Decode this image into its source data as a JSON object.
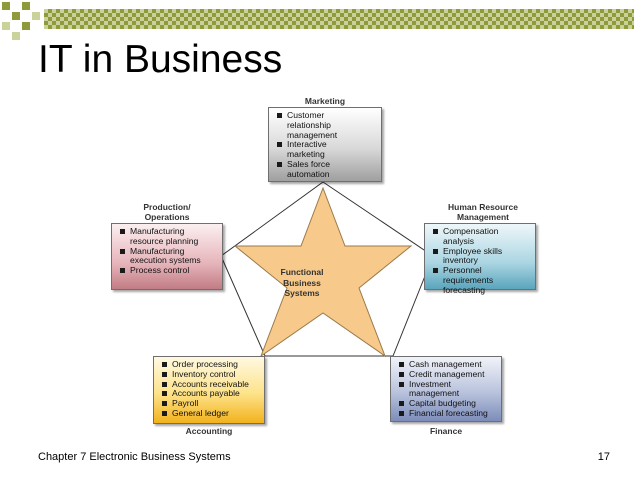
{
  "slide": {
    "title": "IT in Business",
    "footer_text": "Chapter 7 Electronic Business Systems",
    "page_number": "17"
  },
  "colors": {
    "accent_olive": "#8f9b3a",
    "accent_light": "#cbd19a",
    "star_fill": "#f7c98b",
    "star_stroke": "#9a7a4a"
  },
  "diagram": {
    "center_label_lines": [
      "Functional",
      "Business",
      "Systems"
    ],
    "marketing": {
      "title": "Marketing",
      "items": [
        [
          "Customer",
          "relationship",
          "management"
        ],
        [
          "Interactive",
          "marketing"
        ],
        [
          "Sales force",
          "automation"
        ]
      ]
    },
    "production": {
      "title_lines": [
        "Production/",
        "Operations"
      ],
      "items": [
        [
          "Manufacturing",
          "resource planning"
        ],
        [
          "Manufacturing",
          "execution systems"
        ],
        [
          "Process control"
        ]
      ]
    },
    "hr": {
      "title_lines": [
        "Human Resource",
        "Management"
      ],
      "items": [
        [
          "Compensation",
          "analysis"
        ],
        [
          "Employee skills",
          "inventory"
        ],
        [
          "Personnel requirements",
          "forecasting"
        ]
      ]
    },
    "accounting": {
      "title": "Accounting",
      "items": [
        [
          "Order processing"
        ],
        [
          "Inventory control"
        ],
        [
          "Accounts receivable"
        ],
        [
          "Accounts payable"
        ],
        [
          "Payroll"
        ],
        [
          "General ledger"
        ]
      ]
    },
    "finance": {
      "title": "Finance",
      "items": [
        [
          "Cash management"
        ],
        [
          "Credit management"
        ],
        [
          "Investment management"
        ],
        [
          "Capital budgeting"
        ],
        [
          "Financial forecasting"
        ]
      ]
    }
  }
}
